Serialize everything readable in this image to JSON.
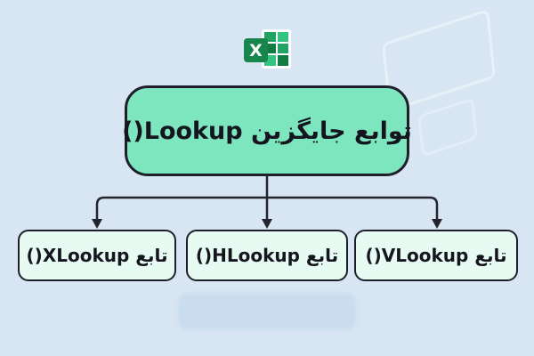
{
  "canvas": {
    "background": "#d8e6f3"
  },
  "excel_icon": {
    "name": "excel-icon",
    "letter": "X",
    "green_dark": "#107c41",
    "green_mid": "#21a366",
    "green_light": "#33c481"
  },
  "root_node": {
    "label": "توابع جایگزین Lookup()",
    "fill": "#7ee6bf",
    "border": "#1f1f2b"
  },
  "child_nodes": [
    {
      "id": "xlookup",
      "label": "تابع XLookup()"
    },
    {
      "id": "hlookup",
      "label": "تابع HLookup()"
    },
    {
      "id": "vlookup",
      "label": "تابع VLookup()"
    }
  ],
  "child_style": {
    "fill": "#e7fbf2",
    "border": "#1f1f2b"
  },
  "connector_color": "#24242e"
}
